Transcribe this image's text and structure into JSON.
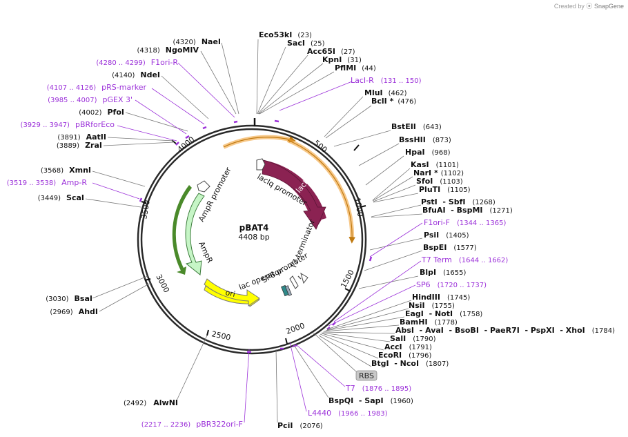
{
  "credit": {
    "prefix": "Created by",
    "brand": "SnapGene"
  },
  "plasmid": {
    "name": "pBAT4",
    "size_label": "4408 bp"
  },
  "ticks": [
    "500",
    "1000",
    "1500",
    "2000",
    "2500",
    "3000",
    "3500",
    "4000"
  ],
  "enzymes_top": [
    {
      "name": "Eco53kI",
      "pos": "(23)"
    },
    {
      "name": "SacI",
      "pos": "(25)"
    },
    {
      "name": "Acc65I",
      "pos": "(27)"
    },
    {
      "name": "KpnI",
      "pos": "(31)"
    },
    {
      "name": "PflMI",
      "pos": "(44)"
    },
    {
      "name": "MluI",
      "pos": "(462)"
    },
    {
      "name": "BclI *",
      "pos": "(476)"
    }
  ],
  "enzymes_right": [
    {
      "name": "BstEII",
      "pos": "(643)"
    },
    {
      "name": "BssHII",
      "pos": "(873)"
    },
    {
      "name": "HpaI",
      "pos": "(968)"
    },
    {
      "name": "KasI",
      "pos": "(1101)"
    },
    {
      "name": "NarI *",
      "pos": "(1102)"
    },
    {
      "name": "SfoI",
      "pos": "(1103)"
    },
    {
      "name": "PluTI",
      "pos": "(1105)"
    },
    {
      "name": "PstI  - SbfI",
      "pos": "(1268)"
    },
    {
      "name": "BfuAI  - BspMI",
      "pos": "(1271)"
    },
    {
      "name": "PsiI",
      "pos": "(1405)"
    },
    {
      "name": "BspEI",
      "pos": "(1577)"
    },
    {
      "name": "BlpI",
      "pos": "(1655)"
    },
    {
      "name": "HindIII",
      "pos": "(1745)"
    },
    {
      "name": "NsiI",
      "pos": "(1755)"
    },
    {
      "name": "EagI  - NotI",
      "pos": "(1758)"
    },
    {
      "name": "BamHI",
      "pos": "(1778)"
    },
    {
      "name": "AbsI  - AvaI  - BsoBI  - PaeR7I  - PspXI  - XhoI",
      "pos": "(1784)"
    },
    {
      "name": "SalI",
      "pos": "(1790)"
    },
    {
      "name": "AccI",
      "pos": "(1791)"
    },
    {
      "name": "EcoRI",
      "pos": "(1796)"
    },
    {
      "name": "BtgI  - NcoI",
      "pos": "(1807)"
    }
  ],
  "enzymes_bottom": [
    {
      "name": "BspQI  - SapI",
      "pos": "(1960)"
    },
    {
      "name": "PciI",
      "pos": "(2076)"
    },
    {
      "name": "AlwNI",
      "pos": "(2492)"
    }
  ],
  "enzymes_left": [
    {
      "name": "NaeI",
      "pos": "(4320)"
    },
    {
      "name": "NgoMIV",
      "pos": "(4318)"
    },
    {
      "name": "NdeI",
      "pos": "(4140)"
    },
    {
      "name": "PfoI",
      "pos": "(4002)"
    },
    {
      "name": "AatII",
      "pos": "(3891)"
    },
    {
      "name": "ZraI",
      "pos": "(3889)"
    },
    {
      "name": "XmnI",
      "pos": "(3568)"
    },
    {
      "name": "ScaI",
      "pos": "(3449)"
    },
    {
      "name": "BsaI",
      "pos": "(3030)"
    },
    {
      "name": "AhdI",
      "pos": "(2969)"
    }
  ],
  "primers": [
    {
      "name": "LacI-R",
      "pos": "(131 .. 150)"
    },
    {
      "name": "F1ori-F",
      "pos": "(1344 .. 1365)"
    },
    {
      "name": "T7 Term",
      "pos": "(1644 .. 1662)"
    },
    {
      "name": "SP6",
      "pos": "(1720 .. 1737)"
    },
    {
      "name": "T7",
      "pos": "(1876 .. 1895)"
    },
    {
      "name": "L4440",
      "pos": "(1966 .. 1983)"
    },
    {
      "name": "pBR322ori-F",
      "pos": "(2217 .. 2236)"
    },
    {
      "name": "F1ori-R",
      "pos": "(4280 .. 4299)"
    },
    {
      "name": "pRS-marker",
      "pos": "(4107 .. 4126)"
    },
    {
      "name": "pGEX 3'",
      "pos": "(3985 .. 4007)"
    },
    {
      "name": "pBRforEco",
      "pos": "(3929 .. 3947)"
    },
    {
      "name": "Amp-R",
      "pos": "(3519 .. 3538)"
    }
  ],
  "features": {
    "lacI": "lacI",
    "lacIq_promoter": "lacIq promoter",
    "AmpR_promoter": "AmpR promoter",
    "AmpR": "AmpR",
    "ori": "ori",
    "SP6_promoter": "SP6 promoter",
    "T7_terminator": "T7 terminator",
    "lac_operator": "lac operator",
    "RBS": "RBS"
  },
  "colors": {
    "backbone": "#2a2a2a",
    "primer": "#9b30d9",
    "lacI": "#8b2252",
    "orf_orange": "#f2a33a",
    "AmpR": "#c6f5c6",
    "AmpR_edge": "#4a8a2a",
    "ori": "#ffff00"
  }
}
